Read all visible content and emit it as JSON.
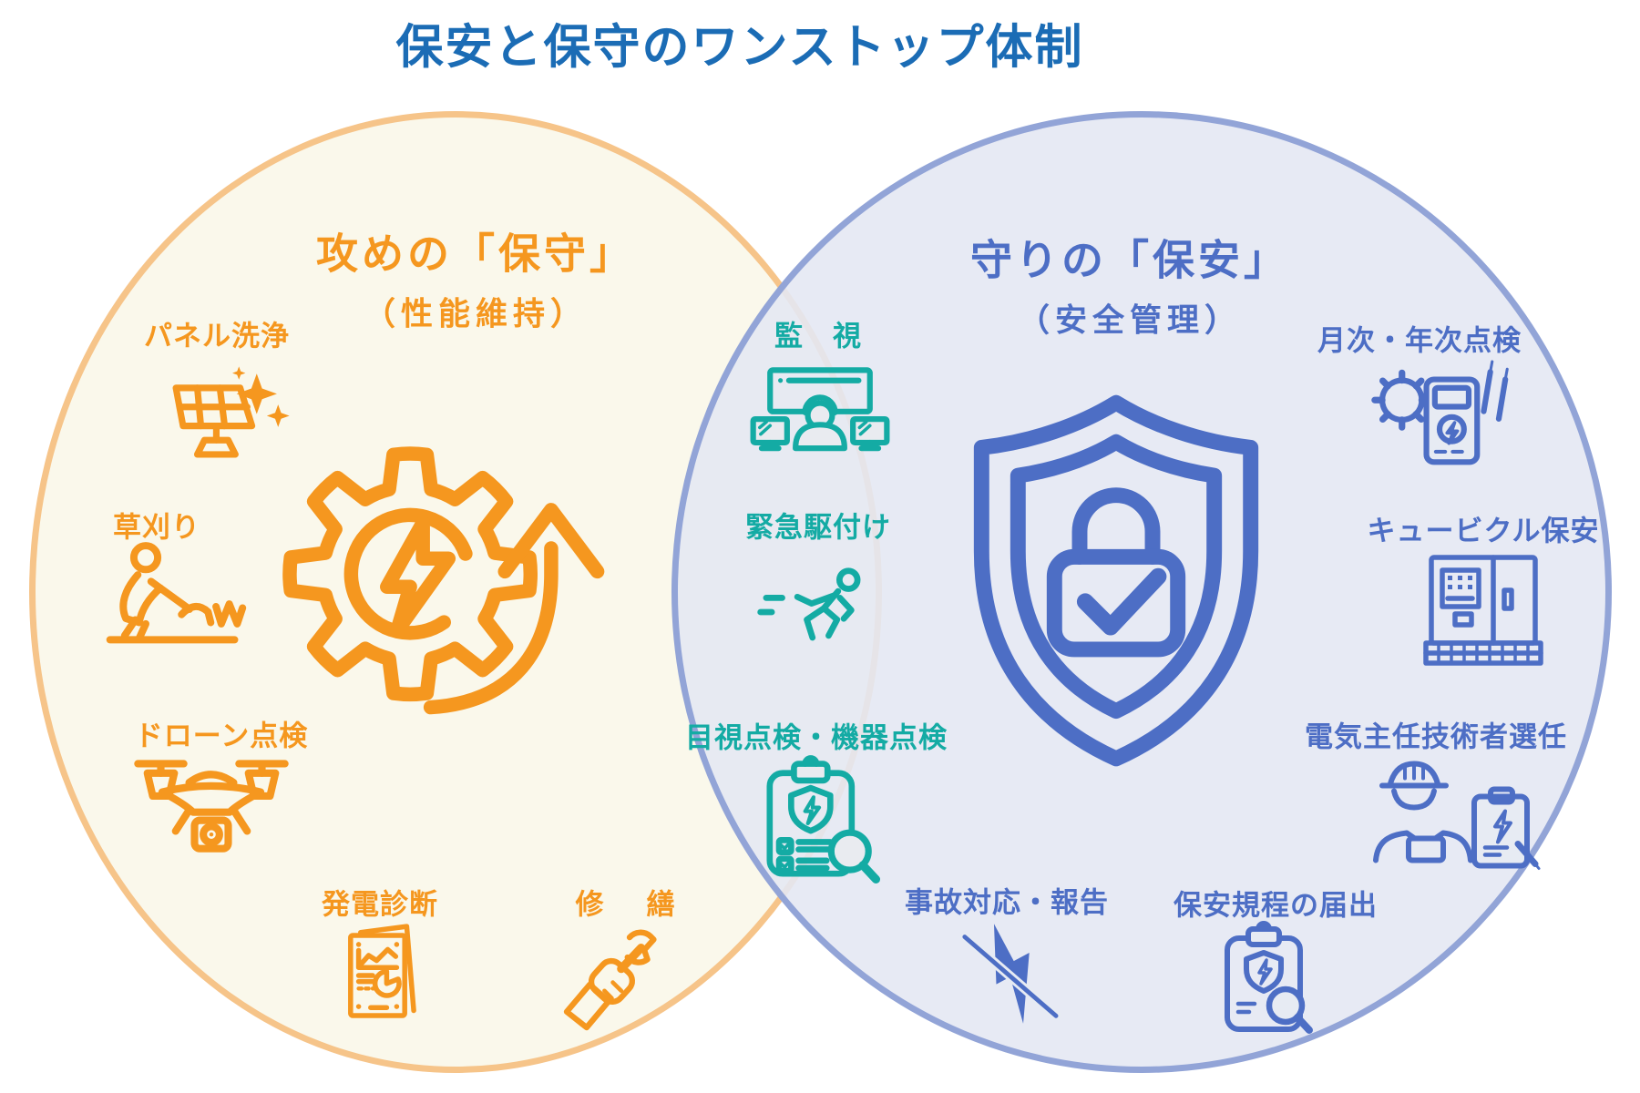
{
  "title": "保安と保守のワンストップ体制",
  "colors": {
    "title_blue": "#1B6CB5",
    "orange": "#F5971F",
    "orange_border": "#F6C489",
    "cream_fill": "#FAF8EB",
    "teal": "#14ABA4",
    "blue": "#4D6EC5",
    "blue_border": "#869BD3",
    "blue_fill": "#E7EBF3"
  },
  "left_circle": {
    "title": "攻めの「保守」",
    "subtitle": "（性能維持）",
    "center_icon": "gear-power-up-icon",
    "items": [
      {
        "label": "パネル洗浄",
        "icon": "solar-panel-icon"
      },
      {
        "label": "草刈り",
        "icon": "mower-icon"
      },
      {
        "label": "ドローン点検",
        "icon": "drone-icon"
      },
      {
        "label": "発電診断",
        "icon": "report-chart-icon"
      },
      {
        "label": "修　繕",
        "icon": "hand-wrench-icon"
      }
    ]
  },
  "overlap": {
    "items": [
      {
        "label": "監　視",
        "icon": "monitoring-screens-icon"
      },
      {
        "label": "緊急駆付け",
        "icon": "emergency-runner-icon"
      },
      {
        "label": "目視点検・機器点検",
        "icon": "inspection-clipboard-icon"
      }
    ]
  },
  "right_circle": {
    "title": "守りの「保安」",
    "subtitle": "（安全管理）",
    "center_icon": "shield-lock-icon",
    "items": [
      {
        "label": "月次・年次点検",
        "icon": "gear-meter-icon"
      },
      {
        "label": "キュービクル保安",
        "icon": "cubicle-cabinet-icon"
      },
      {
        "label": "電気主任技術者選任",
        "icon": "engineer-clipboard-icon"
      },
      {
        "label": "保安規程の届出",
        "icon": "filing-clipboard-icon"
      },
      {
        "label": "事故対応・報告",
        "icon": "crossed-bolt-icon"
      }
    ]
  }
}
